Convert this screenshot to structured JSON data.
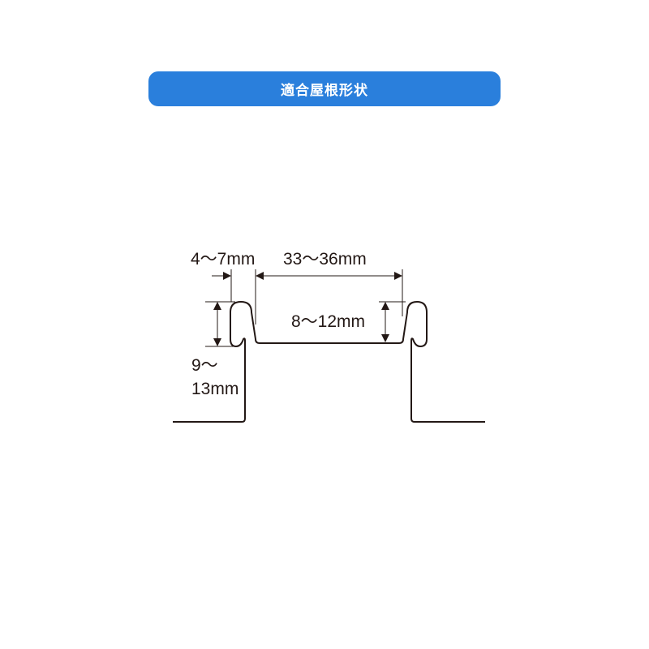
{
  "title": "適合屋根形状",
  "dimensions": {
    "hook_width": "4〜7mm",
    "channel_width": "33〜36mm",
    "channel_depth": "8〜12mm",
    "hook_height_line1": "9〜",
    "hook_height_line2": "13mm"
  },
  "colors": {
    "accent": "#2a7fdc",
    "line": "#231815"
  }
}
